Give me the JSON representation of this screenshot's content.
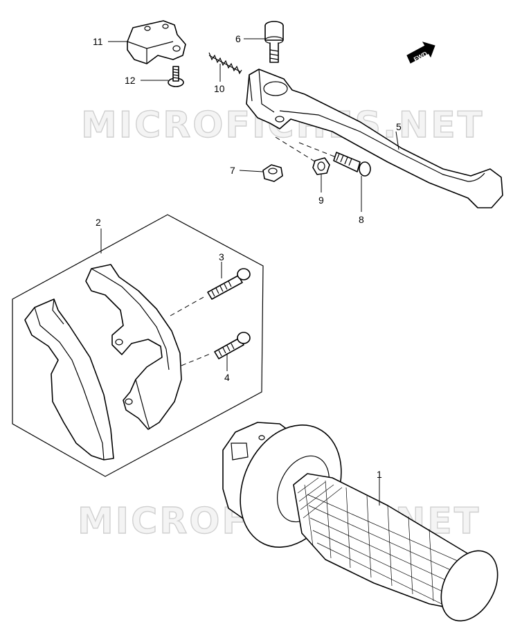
{
  "watermark": {
    "text_top": "MICROFICHES.NET",
    "text_bottom": "MICROFICHES.NET"
  },
  "direction_badge": {
    "label": "FWD",
    "icon": "forward-arrow-icon"
  },
  "callouts": {
    "c1": "1",
    "c2": "2",
    "c3": "3",
    "c4": "4",
    "c5": "5",
    "c6": "6",
    "c7": "7",
    "c8": "8",
    "c9": "9",
    "c10": "10",
    "c11": "11",
    "c12": "12"
  },
  "parts": [
    {
      "ref": "1",
      "icon": "handlebar-grip-icon"
    },
    {
      "ref": "2",
      "icon": "lever-holder-assembly-icon"
    },
    {
      "ref": "3",
      "icon": "screw-icon"
    },
    {
      "ref": "4",
      "icon": "screw-icon"
    },
    {
      "ref": "5",
      "icon": "lever-icon"
    },
    {
      "ref": "6",
      "icon": "pivot-bolt-icon"
    },
    {
      "ref": "7",
      "icon": "nut-icon"
    },
    {
      "ref": "8",
      "icon": "bolt-icon"
    },
    {
      "ref": "9",
      "icon": "nut-icon"
    },
    {
      "ref": "10",
      "icon": "spring-icon"
    },
    {
      "ref": "11",
      "icon": "switch-icon"
    },
    {
      "ref": "12",
      "icon": "screw-icon"
    }
  ]
}
